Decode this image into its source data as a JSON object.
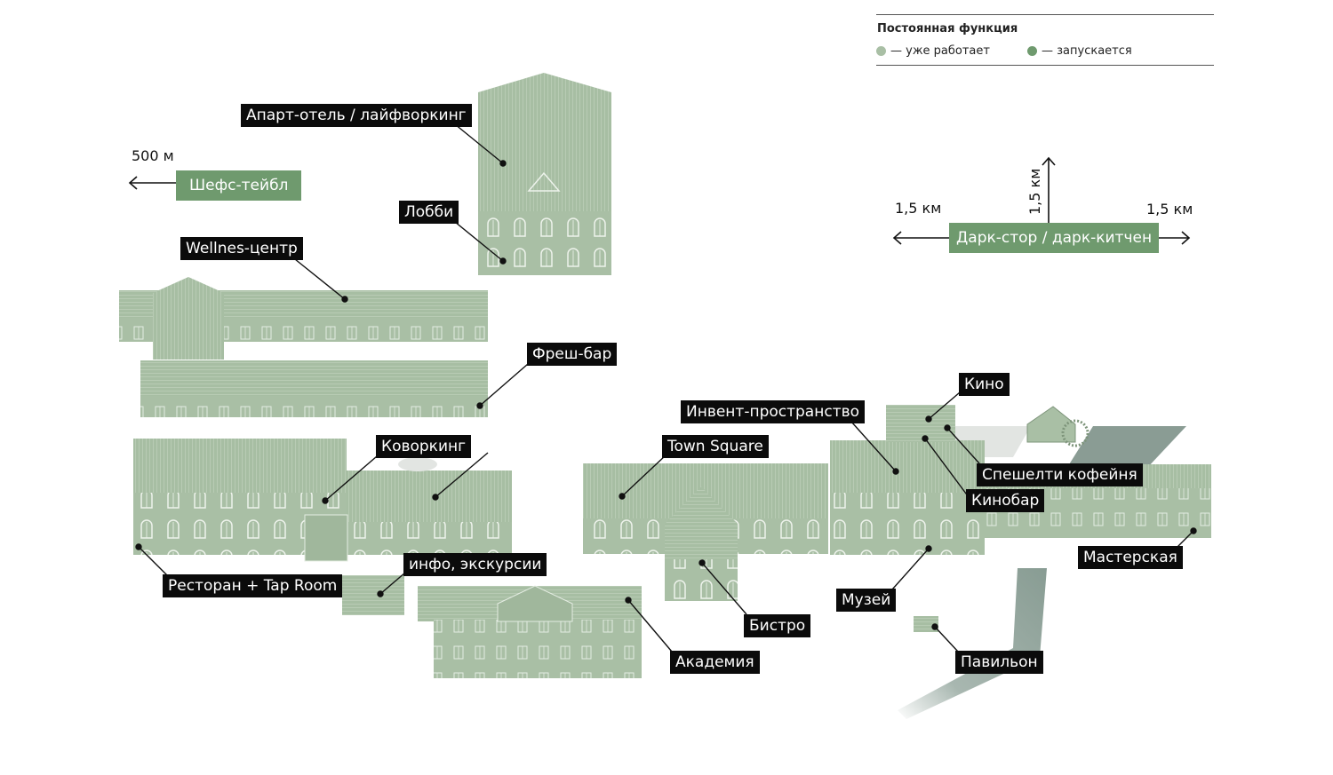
{
  "legend": {
    "title": "Постоянная функция",
    "items": [
      {
        "color": "#a9bfa5",
        "label": "— уже работает"
      },
      {
        "color": "#6f9a6e",
        "label": "— запускается"
      }
    ]
  },
  "distances": {
    "chefs_table": "500 м",
    "dark_left": "1,5 км",
    "dark_up": "1,5 км",
    "dark_right": "1,5 км"
  },
  "launching": {
    "chefs_table": "Шефс-тейбл",
    "dark_store": "Дарк-стор / дарк-китчен"
  },
  "labels": {
    "apart_hotel": "Апарт-отель / лайфворкинг",
    "lobby": "Лобби",
    "wellness": "Wellnes-центр",
    "fresh_bar": "Фреш-бар",
    "coworking": "Коворкинг",
    "restaurant": "Ресторан + Tap Room",
    "info": "инфо, экскурсии",
    "academy": "Академия",
    "town_square": "Town Square",
    "event_space": "Инвент-пространство",
    "cinema": "Кино",
    "specialty_coffee": "Спешелти кофейня",
    "cinebar": "Кинобар",
    "workshop": "Мастерская",
    "museum": "Музей",
    "bistro": "Бистро",
    "pavilion": "Павильон"
  },
  "colors": {
    "building": "#a9bfa5",
    "launching": "#6f9a6e",
    "road": "#8fa39a",
    "label_bg": "#0b0b0b"
  }
}
